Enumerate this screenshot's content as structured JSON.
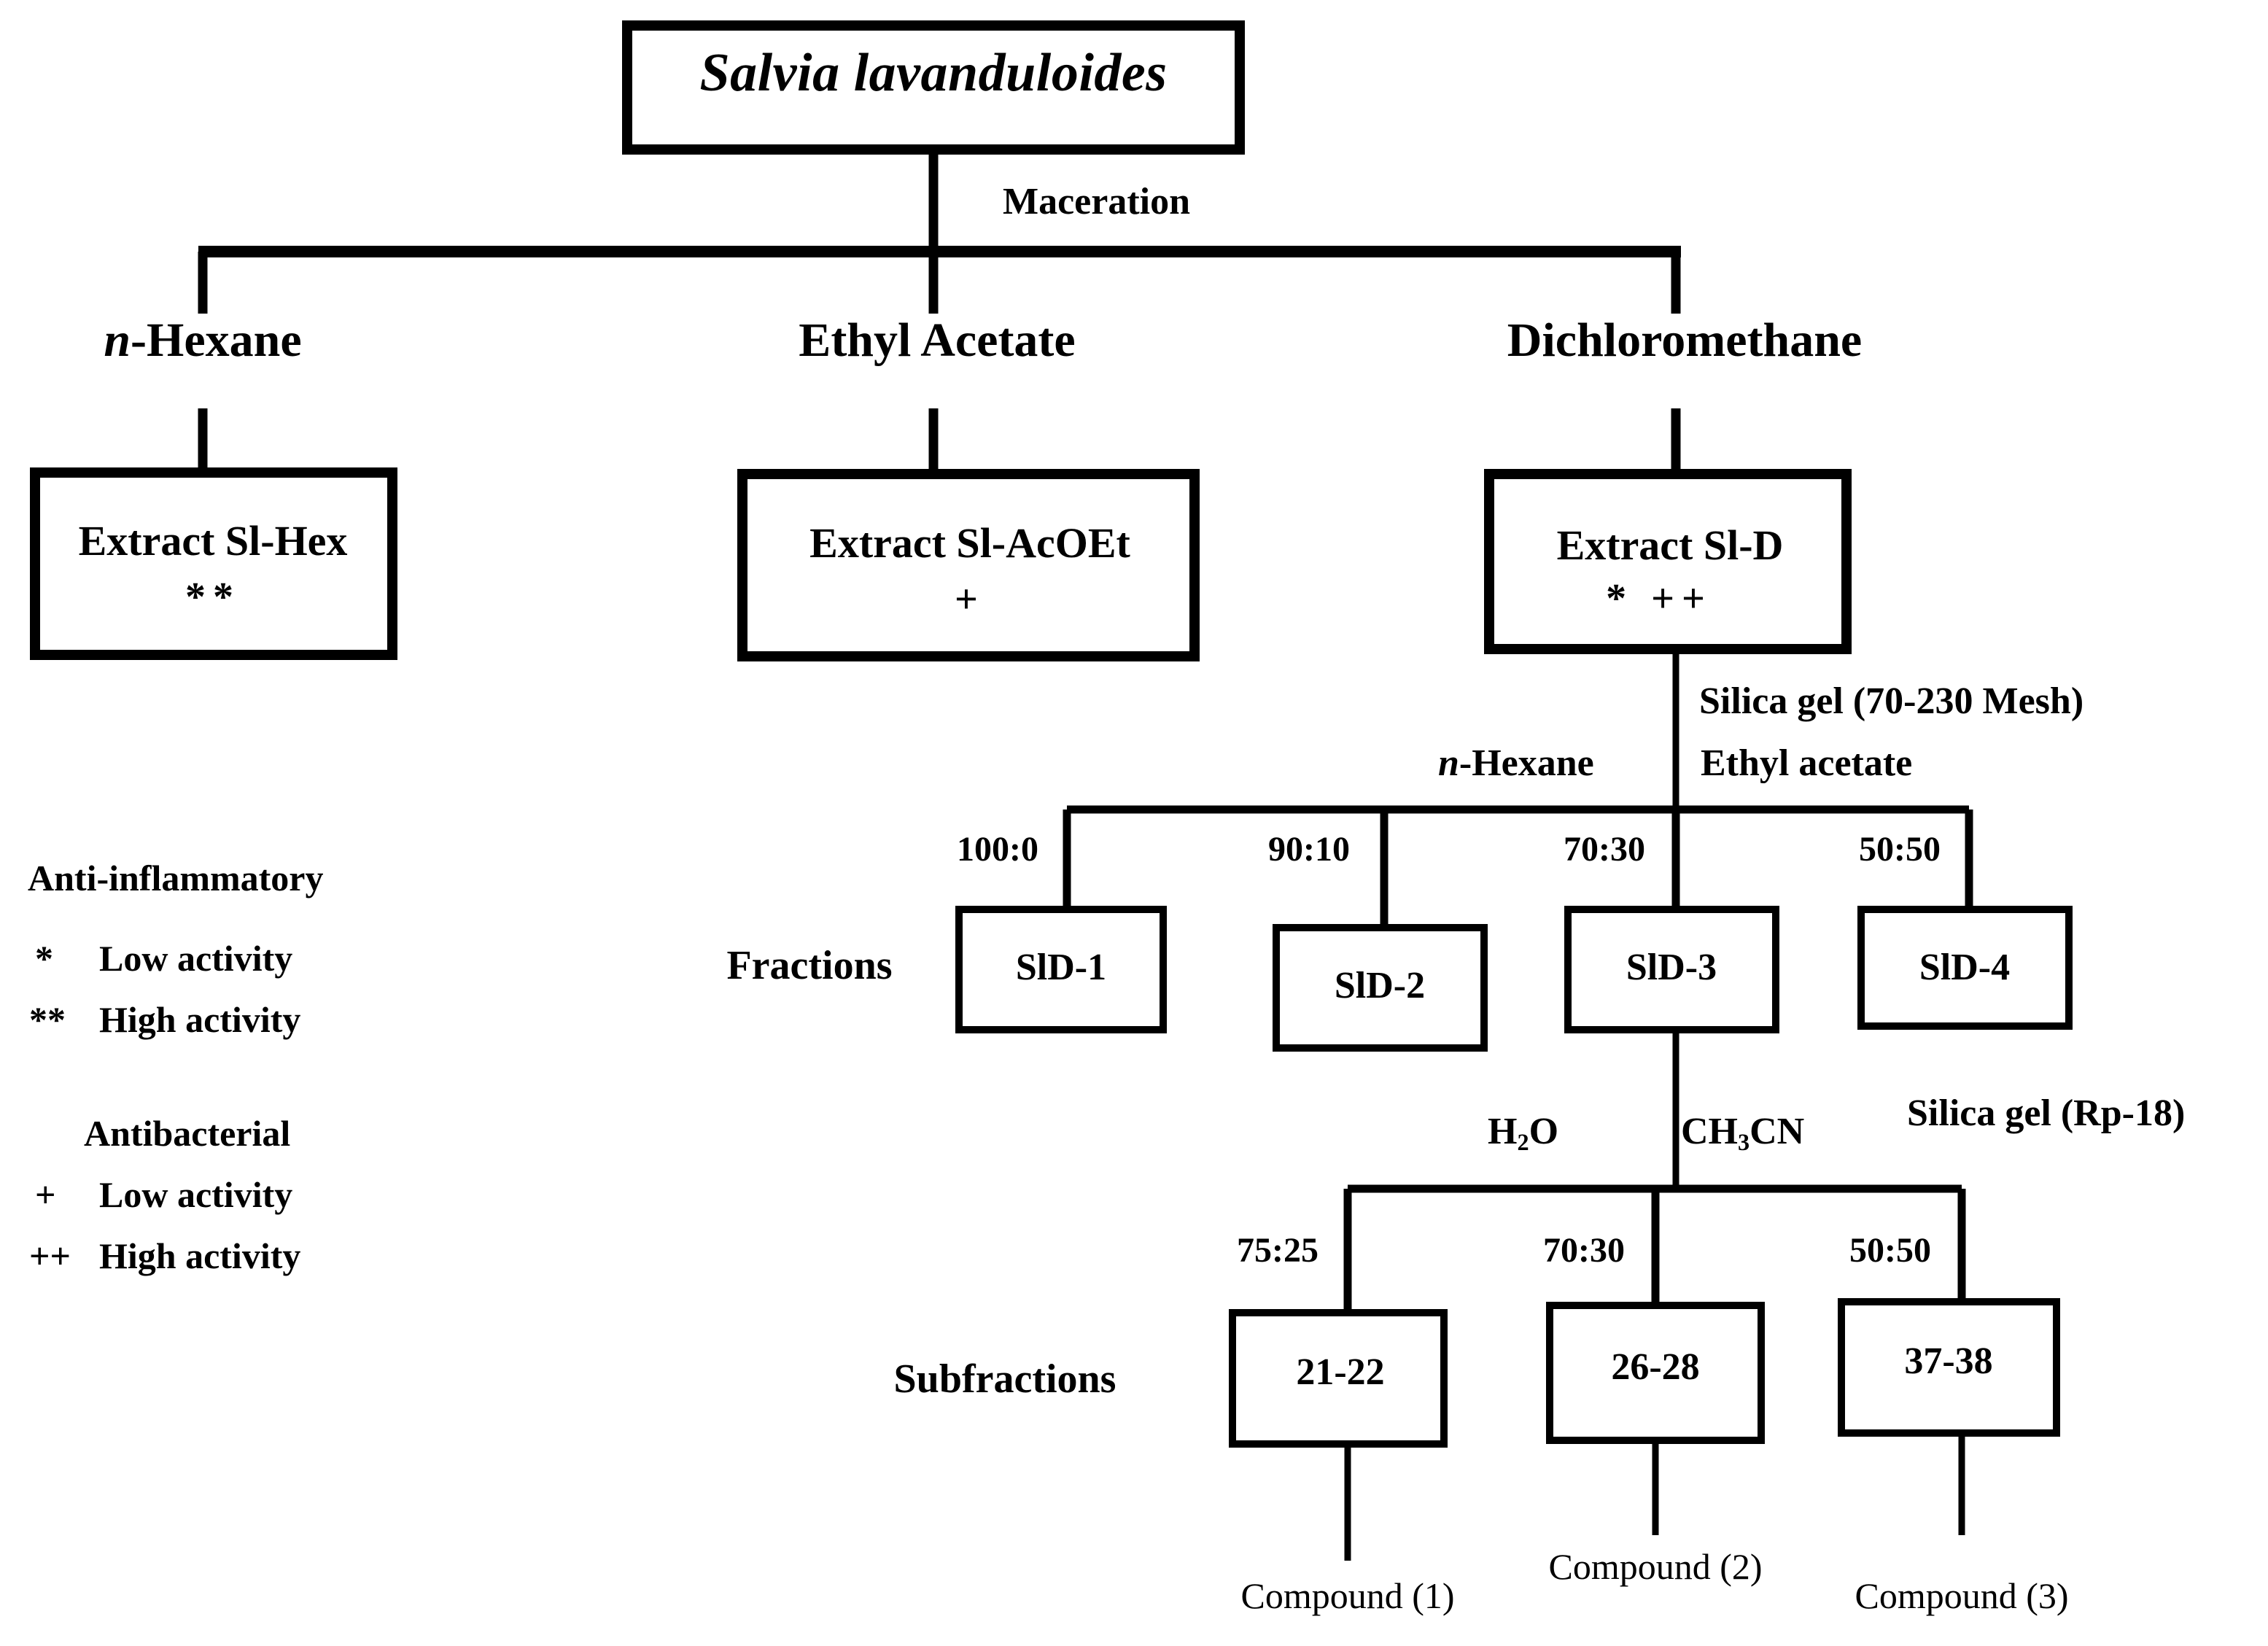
{
  "diagram": {
    "title": "Salvia lavanduloides",
    "maceration_label": "Maceration",
    "solvents": [
      {
        "prefix": "n",
        "rest": "-Hexane"
      },
      {
        "prefix": "",
        "rest": "Ethyl Acetate"
      },
      {
        "prefix": "",
        "rest": "Dichloromethane"
      }
    ],
    "extracts": [
      {
        "name": "Extract Sl-Hex",
        "activity": "**"
      },
      {
        "name": "Extract Sl-AcOEt",
        "activity": "+"
      },
      {
        "name": "Extract Sl-D",
        "activity": "*   ++"
      }
    ],
    "column1": {
      "stationary_phase": "Silica gel (70-230 Mesh)",
      "mobile_a_prefix": "n",
      "mobile_a_rest": "-Hexane",
      "mobile_b": "Ethyl acetate",
      "row_label": "Fractions",
      "ratios": [
        "100:0",
        "90:10",
        "70:30",
        "50:50"
      ],
      "fractions": [
        "SlD-1",
        "SlD-2",
        "SlD-3",
        "SlD-4"
      ]
    },
    "column2": {
      "stationary_phase": "Silica gel (Rp-18)",
      "mobile_a": "H2O",
      "mobile_a_main": "H",
      "mobile_a_sub": "2",
      "mobile_a_tail": "O",
      "mobile_b_main": "CH",
      "mobile_b_sub": "3",
      "mobile_b_tail": "CN",
      "row_label": "Subfractions",
      "ratios": [
        "75:25",
        "70:30",
        "50:50"
      ],
      "subfractions": [
        "21-22",
        "26-28",
        "37-38"
      ]
    },
    "compounds": [
      "Compound (1)",
      "Compound (2)",
      "Compound (3)"
    ],
    "legend": {
      "anti_inflammatory": {
        "heading": "Anti-inflammatory",
        "items": [
          {
            "symbol": "*",
            "text": "Low activity"
          },
          {
            "symbol": "**",
            "text": "High activity"
          }
        ]
      },
      "antibacterial": {
        "heading": "Antibacterial",
        "items": [
          {
            "symbol": "+",
            "text": "Low activity"
          },
          {
            "symbol": "++",
            "text": "High activity"
          }
        ]
      }
    },
    "colors": {
      "line": "#000000",
      "background": "#ffffff",
      "text": "#000000"
    }
  }
}
